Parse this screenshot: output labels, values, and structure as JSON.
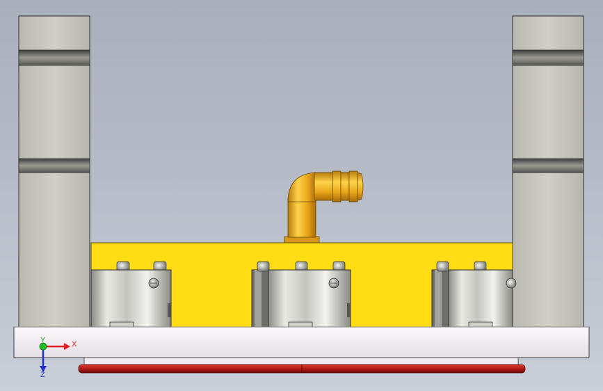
{
  "viewport": {
    "background_top": "#a9aebb",
    "background_bottom": "#c9cfd8"
  },
  "colors": {
    "plate_yellow": "#ffdc14",
    "fitting_gold": "#e9a519",
    "column_gray": "#c7c7bd",
    "base_plate": "#f3eef3",
    "red_strip": "#c8221a",
    "cylinder_steel": "#d8d8d2"
  },
  "triad": {
    "x_label": "X",
    "y_label": "Y",
    "z_label": "Z",
    "x_color": "#e02020",
    "y_color": "#20c020",
    "z_color": "#2030d0"
  }
}
